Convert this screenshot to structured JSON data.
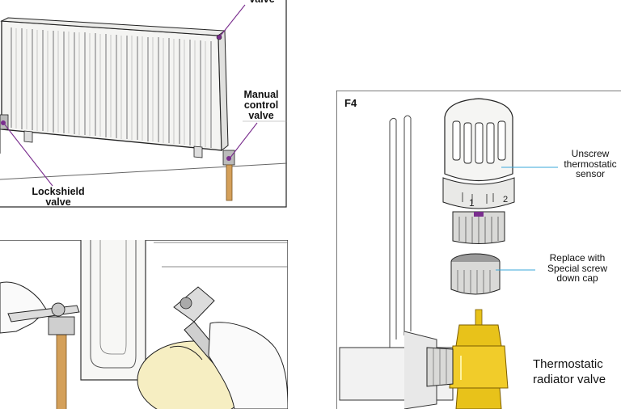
{
  "panel_a": {
    "labels": {
      "top_valve": "valve",
      "manual_control": [
        "Manual",
        "control",
        "valve"
      ],
      "lockshield": [
        "Lockshield",
        "valve"
      ]
    }
  },
  "panel_c": {
    "figure_id": "F4",
    "labels": {
      "unscrew": [
        "Unscrew",
        "thermostatic",
        "sensor"
      ],
      "replace": [
        "Replace with",
        "Special screw",
        "down cap"
      ],
      "trv": [
        "Thermostatic",
        "radiator valve"
      ]
    },
    "dial_numbers": [
      "1",
      "2"
    ]
  },
  "colors": {
    "leader_purple": "#7a2e8e",
    "leader_blue": "#3aa7d9",
    "brass": "#e8c21a",
    "pipe": "#d4a05a",
    "panel_border": "#222222"
  }
}
